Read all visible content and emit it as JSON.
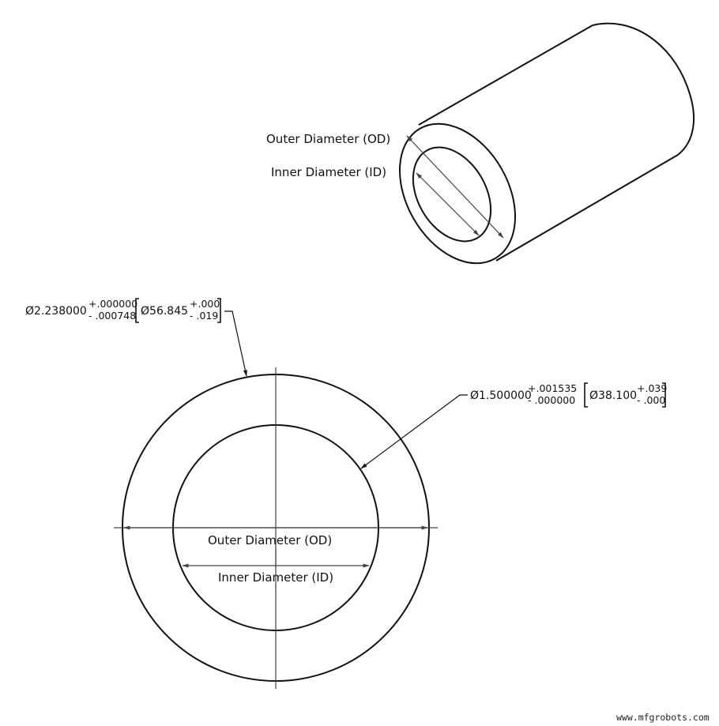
{
  "isometric_view": {
    "label_od": "Outer Diameter (OD)",
    "label_id": "Inner Diameter (ID)"
  },
  "front_view": {
    "label_od": "Outer Diameter (OD)",
    "label_id": "Inner Diameter (ID)"
  },
  "callouts": {
    "outer": {
      "symbol": "Ø",
      "nominal": "2.238000",
      "plus": "+.000000",
      "minus": "- .000748",
      "metric_symbol": "Ø",
      "metric_nominal": "56.845",
      "metric_plus": "+.000",
      "metric_minus": "- .019"
    },
    "inner": {
      "symbol": "Ø",
      "nominal": "1.500000",
      "plus": "+.001535",
      "minus": "- .000000",
      "metric_symbol": "Ø",
      "metric_nominal": "38.100",
      "metric_plus": "+.039",
      "metric_minus": "- .000"
    }
  },
  "watermark": "www.mfgrobots.com",
  "colors": {
    "line": "#111111",
    "dim_line": "#444444",
    "background": "#ffffff"
  }
}
